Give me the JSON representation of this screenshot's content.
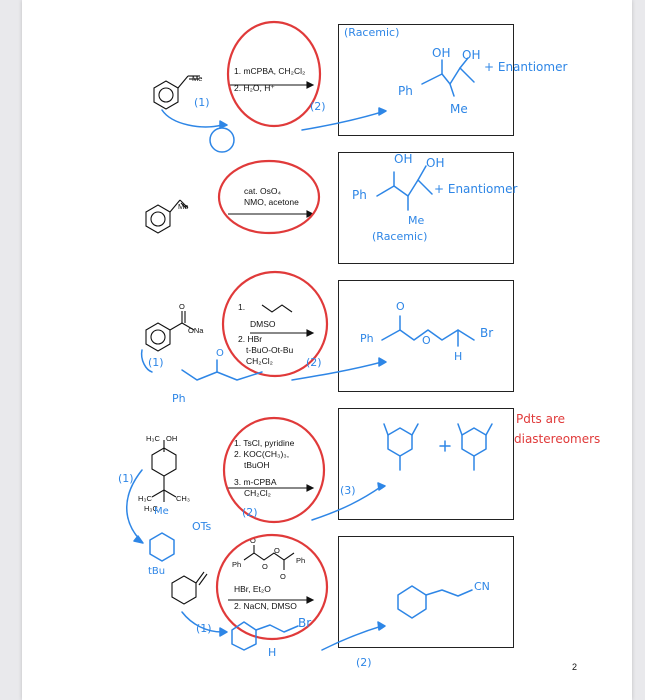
{
  "page_number": "2",
  "problems": [
    {
      "id": "1",
      "start_label": "Me",
      "reagents": [
        "1. mCPBA, CH₂Cl₂",
        "2. H₂O, H⁺"
      ],
      "answer_notes": [
        "(Racemic)",
        "OH",
        "OH",
        "Ph",
        "Me",
        "+ Enantiomer"
      ],
      "step_marks": [
        "(1)",
        "(2)"
      ]
    },
    {
      "id": "2",
      "start_label": "Me",
      "reagents": [
        "cat. OsO₄",
        "NMO, acetone"
      ],
      "answer_notes": [
        "OH",
        "OH",
        "Ph",
        "+ Enantiomer",
        "Me",
        "(Racemic)"
      ]
    },
    {
      "id": "3",
      "start_labels": [
        "O",
        "ONa"
      ],
      "reagents": [
        "1.",
        "DMSO",
        "2. HBr",
        "t-BuO-Ot-Bu",
        "CH₂Cl₂"
      ],
      "answer_notes": [
        "O",
        "Ph",
        "O",
        "Br",
        "H",
        "Ph",
        "O"
      ],
      "step_marks": [
        "(1)",
        "(2)"
      ]
    },
    {
      "id": "4",
      "start_labels": [
        "H₃C",
        "OH",
        "H₃C",
        "CH₃",
        "H₃C"
      ],
      "reagents": [
        "1. TsCl, pyridine",
        "2. KOC(CH₃)₃,",
        "tBuOH",
        "3. m-CPBA",
        "CH₂Cl₂"
      ],
      "answer_notes": [
        "Pdts are",
        "diastereomers",
        "Me",
        "OTs",
        "tBu"
      ],
      "step_marks": [
        "(1)",
        "(2)",
        "(3)"
      ]
    },
    {
      "id": "5",
      "reagent_labels": [
        "O",
        "Ph",
        "O",
        "O",
        "Ph",
        "O"
      ],
      "reagents": [
        "HBr, Et₂O",
        "2. NaCN, DMSO"
      ],
      "answer_notes": [
        "CN",
        "Br",
        "H"
      ],
      "step_marks": [
        "(1)",
        "(2)"
      ]
    }
  ],
  "colors": {
    "ink_blue": "#2e86e6",
    "ink_red": "#e03a3a",
    "print": "#111111"
  }
}
